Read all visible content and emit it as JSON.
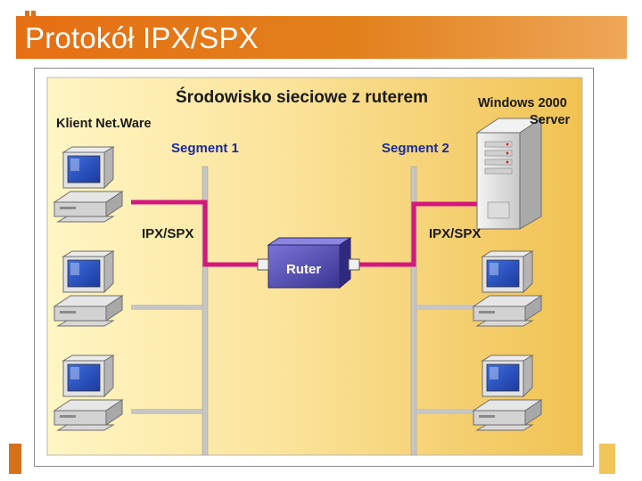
{
  "slide": {
    "title": "Protokół IPX/SPX"
  },
  "diagram": {
    "heading": "Środowisko sieciowe z ruterem",
    "client_label": "Klient Net.Ware",
    "server_label_line1": "Windows 2000",
    "server_label_line2": "Server",
    "segment1_label": "Segment 1",
    "segment2_label": "Segment 2",
    "protocol_left": "IPX/SPX",
    "protocol_right": "IPX/SPX",
    "router_label": "Ruter"
  },
  "colors": {
    "title_bar": "#e2801c",
    "panel_light": "#fff6c0",
    "panel_dark": "#f1c85a",
    "pink_link": "#d4177e",
    "segment_line": "#c2c2c2",
    "router_fill": "#5a54b8",
    "monitor_screen": "#2b55c8"
  }
}
